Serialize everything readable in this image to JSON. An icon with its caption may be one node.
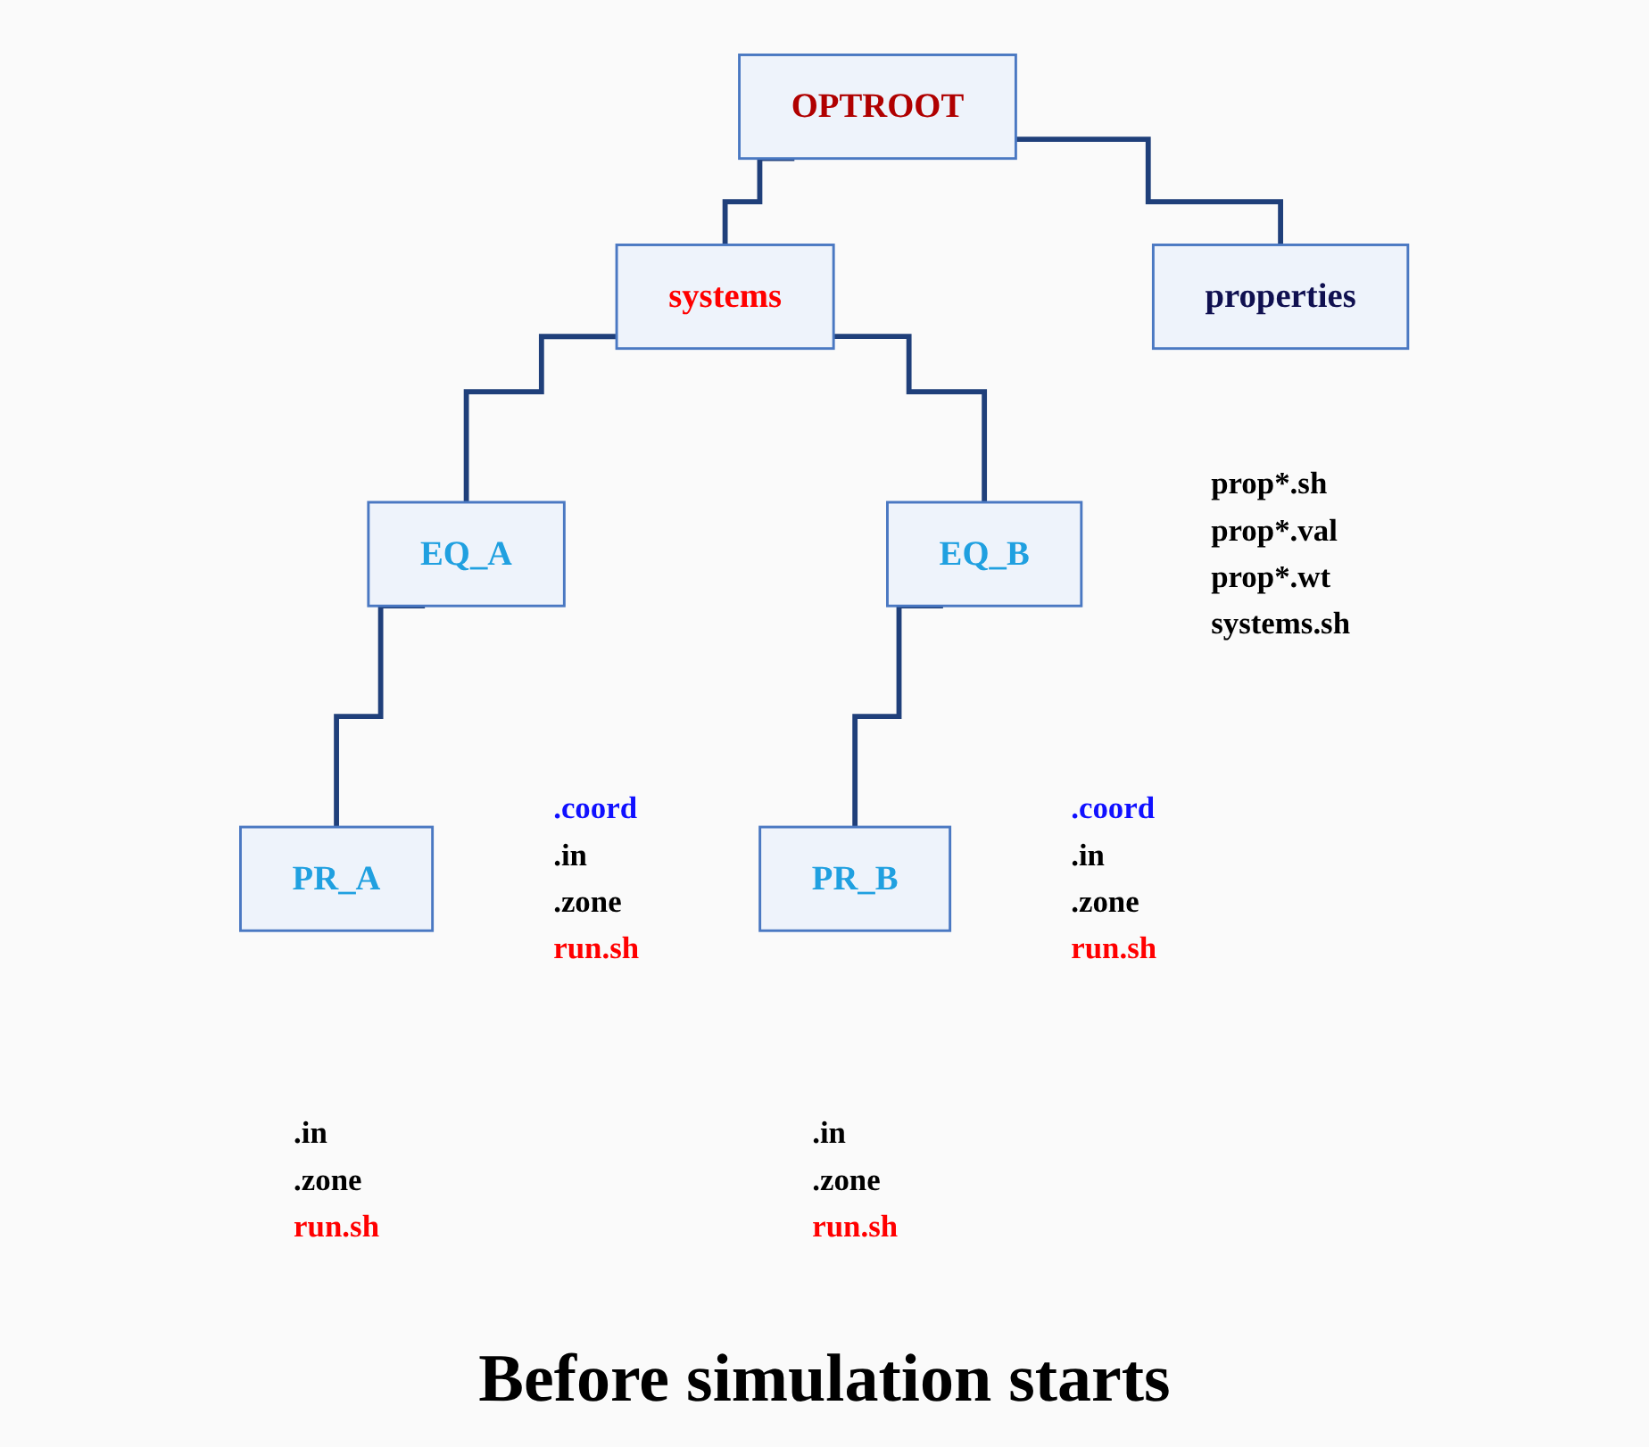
{
  "diagram": {
    "caption": "Before simulation starts",
    "nodes": [
      {
        "text": [
          "OPTROOT"
        ]
      },
      {
        "text": [
          "systems"
        ]
      },
      {
        "text": [
          "properties"
        ],
        "beside": [
          "prop*.sh",
          "prop*.val",
          "prop*.wt",
          "systems.sh"
        ]
      },
      {
        "text": [
          "EQ_A"
        ],
        "beside": [
          ".coord",
          ".in",
          ".zone",
          "run.sh"
        ]
      },
      {
        "text": [
          "EQ_B"
        ],
        "beside": [
          ".coord",
          ".in",
          ".zone",
          "run.sh"
        ]
      },
      {
        "text": [
          "PR_A"
        ],
        "beside": [
          ".in",
          ".zone",
          "run.sh"
        ]
      },
      {
        "text": [
          "PR_B"
        ],
        "beside": [
          ".in",
          ".zone",
          "run.sh"
        ]
      }
    ],
    "edges": [
      {
        "from": 0,
        "to": 1,
        "arrow": "none"
      },
      {
        "from": 0,
        "to": 2,
        "arrow": "none"
      },
      {
        "from": 1,
        "to": 3,
        "arrow": "none"
      },
      {
        "from": 1,
        "to": 4,
        "arrow": "none"
      },
      {
        "from": 3,
        "to": 5,
        "arrow": "none"
      },
      {
        "from": 4,
        "to": 6,
        "arrow": "none"
      }
    ]
  }
}
